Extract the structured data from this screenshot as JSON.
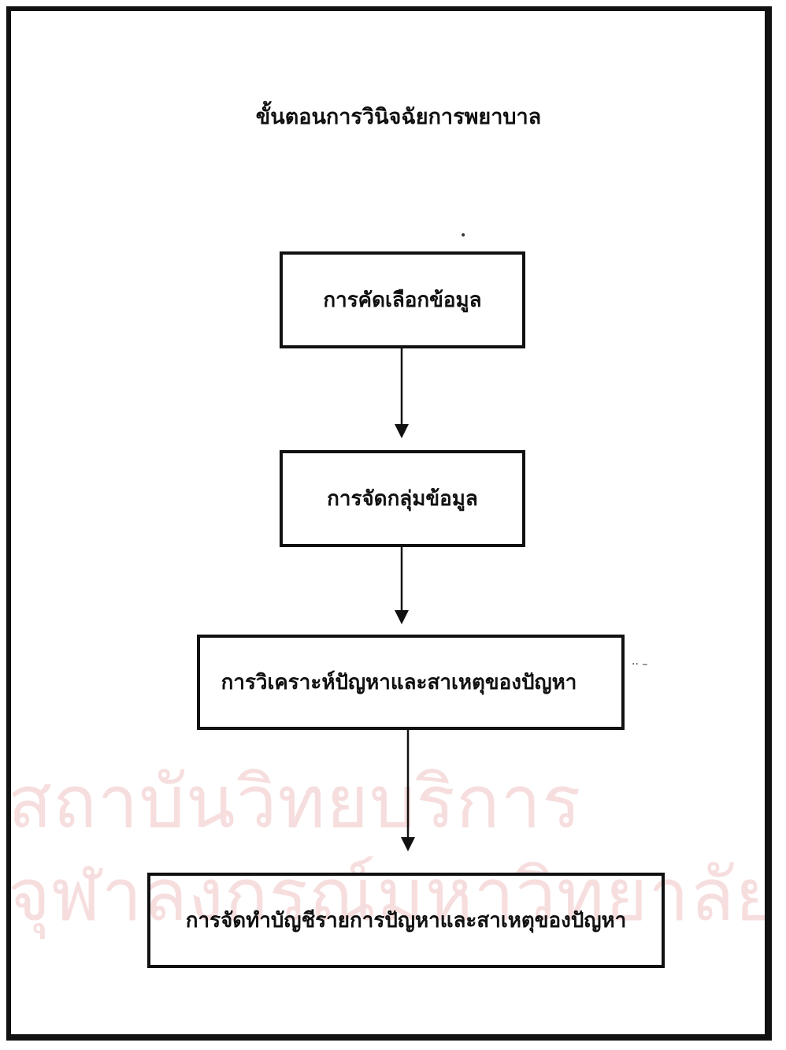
{
  "document": {
    "title": "ขั้นตอนการวินิจฉัยการพยาบาล",
    "watermark": {
      "line1": "สถาบันวิทยบริการ",
      "line2": "จุฬาลงกรณ์มหาวิทยาลัย"
    }
  },
  "flowchart": {
    "steps": [
      {
        "label": "การคัดเลือกข้อมูล"
      },
      {
        "label": "การจัดกลุ่มข้อมูล"
      },
      {
        "label": "การวิเคราะห์ปัญหาและสาเหตุของปัญหา"
      },
      {
        "label": "การจัดทำบัญชีรายการปัญหาและสาเหตุของปัญหา"
      }
    ]
  }
}
